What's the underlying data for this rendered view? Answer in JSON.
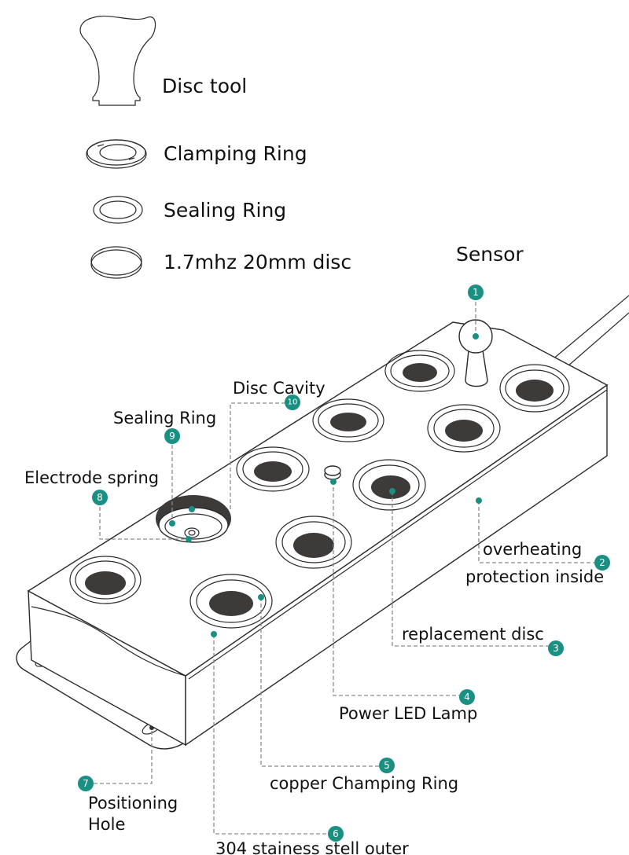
{
  "legend": {
    "items": [
      {
        "icon": "disc-tool-icon",
        "label": "Disc tool"
      },
      {
        "icon": "clamping-ring-icon",
        "label": "Clamping Ring"
      },
      {
        "icon": "sealing-ring-icon",
        "label": "Sealing Ring"
      },
      {
        "icon": "disc-icon",
        "label": "1.7mhz 20mm disc"
      }
    ]
  },
  "diagram": {
    "sensor_title": "Sensor",
    "accent_color": "#1a8f82",
    "callouts": [
      {
        "num": "1",
        "label": "Sensor"
      },
      {
        "num": "2",
        "label_line1": "overheating",
        "label_line2": "protection  inside"
      },
      {
        "num": "3",
        "label": "replacement disc"
      },
      {
        "num": "4",
        "label": "Power LED Lamp"
      },
      {
        "num": "5",
        "label": "copper Champing Ring"
      },
      {
        "num": "6",
        "label": "304 stainess stell outer"
      },
      {
        "num": "7",
        "label_line1": "Positioning",
        "label_line2": "Hole"
      },
      {
        "num": "8",
        "label": "Electrode spring"
      },
      {
        "num": "9",
        "label": "Sealing Ring"
      },
      {
        "num": "10",
        "label": "Disc Cavity"
      }
    ]
  }
}
